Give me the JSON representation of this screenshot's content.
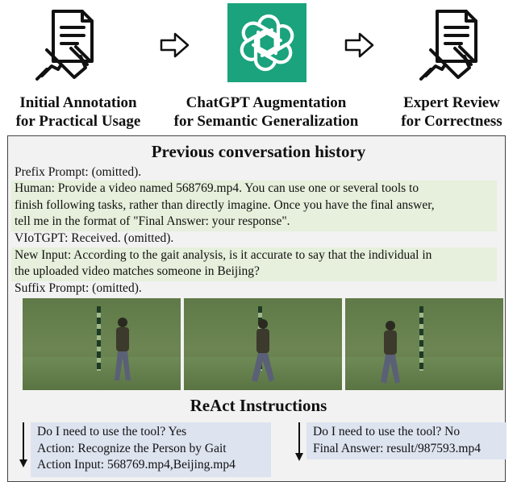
{
  "stages": [
    {
      "icon": "document-hand-icon",
      "line1": "Initial Annotation",
      "line2": "for Practical Usage"
    },
    {
      "icon": "chatgpt-logo-icon",
      "line1": "ChatGPT Augmentation",
      "line2": "for Semantic Generalization"
    },
    {
      "icon": "document-hand-icon",
      "line1": "Expert Review",
      "line2": "for Correctness"
    }
  ],
  "colors": {
    "chatgpt_green": "#1aa37d",
    "highlight_green": "#e6f0dc",
    "react_blue": "#dde3ef",
    "panel_bg": "#f2f2f2"
  },
  "history": {
    "title": "Previous conversation history",
    "prefix": "Prefix Prompt: (omitted).",
    "human_1": "Human: Provide a video named 568769.mp4. You can use one or several tools to",
    "human_2": "finish following tasks, rather than directly imagine. Once you have the final answer,",
    "human_3": "tell me in the format of \"Final Answer: your response\".",
    "viotgpt": "VIoTGPT: Received. (omitted).",
    "new_1": "New Input: According to the gait analysis, is it accurate to say that the individual in",
    "new_2": "the uploaded video matches someone in Beijing?",
    "suffix": "Suffix Prompt: (omitted)."
  },
  "frames": [
    {
      "name": "gait-frame-1"
    },
    {
      "name": "gait-frame-2"
    },
    {
      "name": "gait-frame-3"
    }
  ],
  "react": {
    "title": "ReAct Instructions",
    "left": {
      "q": "Do I need to use the tool? Yes",
      "action": "Action: Recognize the Person by Gait",
      "input": "Action Input: 568769.mp4,Beijing.mp4"
    },
    "right": {
      "q": "Do I need to use the tool? No",
      "answer": "Final Answer: result/987593.mp4"
    }
  }
}
